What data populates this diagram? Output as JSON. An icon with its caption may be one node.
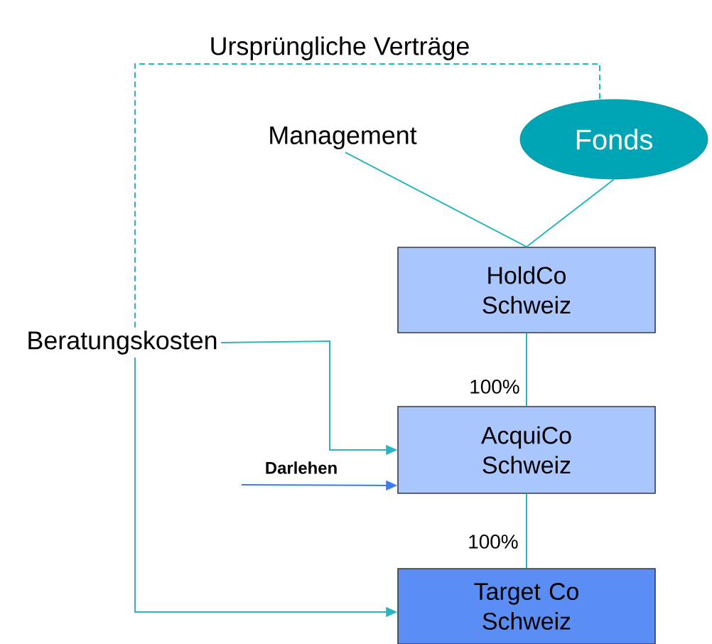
{
  "diagram": {
    "nodes": [
      {
        "text": [
          "Management"
        ]
      },
      {
        "text": [
          "Fonds"
        ]
      },
      {
        "text": [
          "HoldCo Schweiz"
        ]
      },
      {
        "text": [
          "Beratungskosten"
        ]
      },
      {
        "text": [
          "AcquiCo Schweiz"
        ]
      },
      {
        "text": [
          "Target Co Schweiz"
        ]
      }
    ],
    "edges": [
      {
        "from": 0,
        "to": 2,
        "arrow": "none"
      },
      {
        "from": 1,
        "to": 2,
        "arrow": "none"
      },
      {
        "from": 2,
        "to": 4,
        "arrow": "none",
        "label": "100%"
      },
      {
        "from": 4,
        "to": 5,
        "arrow": "none",
        "label": "100%"
      },
      {
        "from": 3,
        "to": 4,
        "arrow": "to"
      },
      {
        "from": 3,
        "to": 5,
        "arrow": "to"
      },
      {
        "from": 3,
        "to": 1,
        "arrow": "none",
        "style": "dashed",
        "label": "Ursprüngliche Verträge"
      },
      {
        "from": null,
        "to": 4,
        "arrow": "to",
        "label": "Darlehen",
        "color": "#3b7cf5"
      }
    ]
  }
}
